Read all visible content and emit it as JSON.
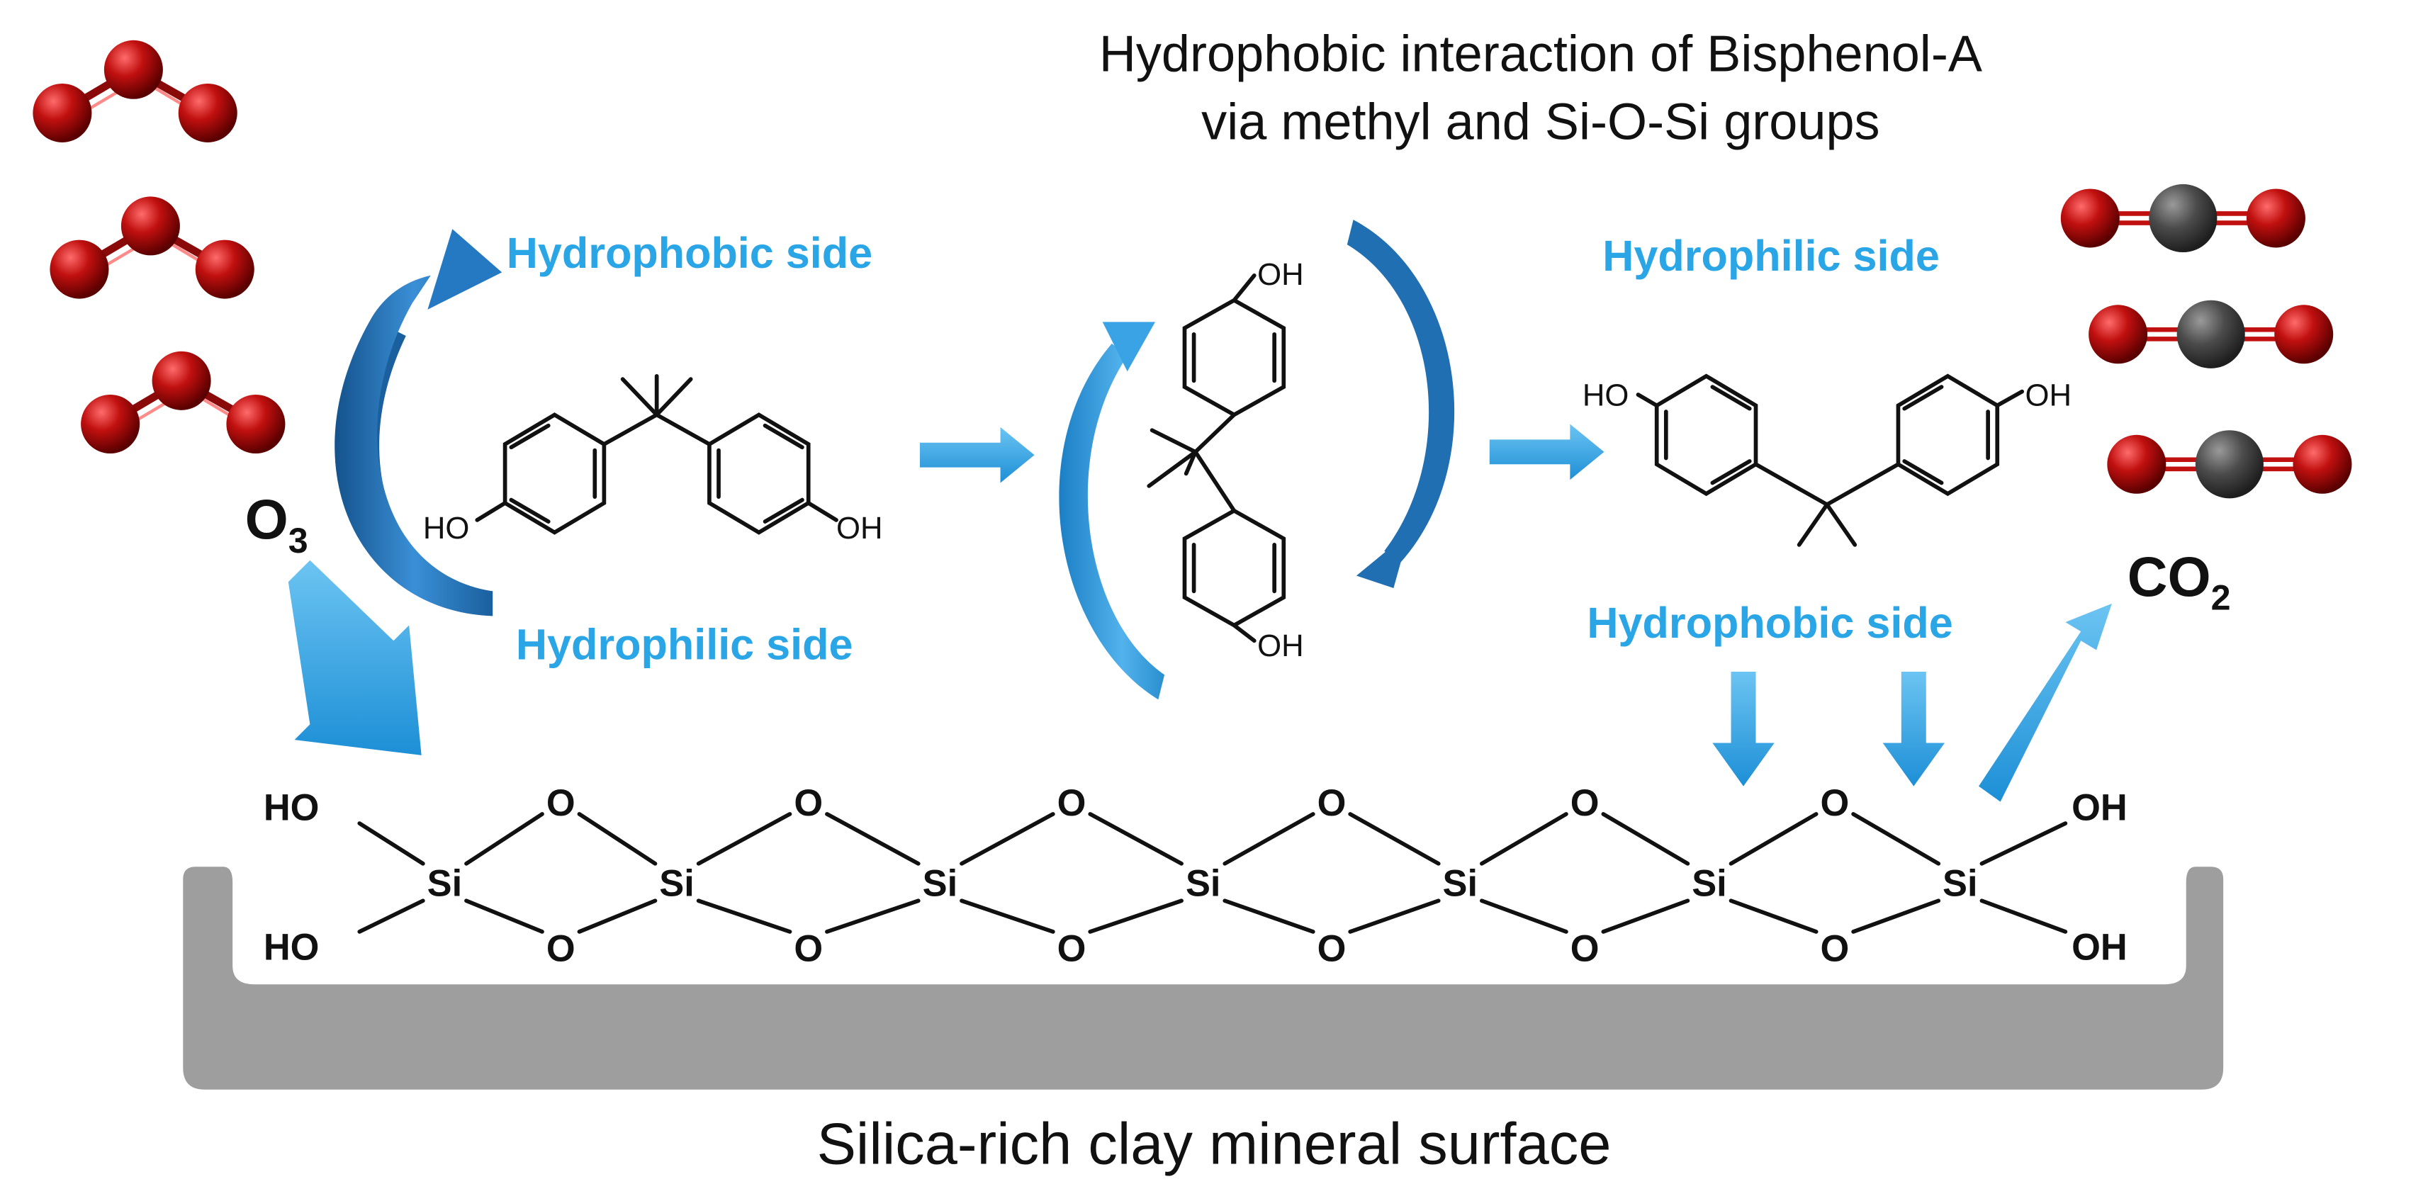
{
  "title": {
    "line1": "Hydrophobic interaction of Bisphenol-A",
    "line2": "via methyl and Si-O-Si groups"
  },
  "labels": {
    "hydrophobic_side_left": "Hydrophobic side",
    "hydrophilic_side_left": "Hydrophilic side",
    "hydrophilic_side_right": "Hydrophilic side",
    "hydrophobic_side_right": "Hydrophobic side",
    "surface": "Silica-rich clay mineral surface"
  },
  "reactant": {
    "prefix": "O",
    "subscript": "3"
  },
  "product": {
    "prefix": "CO",
    "subscript": "2"
  },
  "bpa_groups": {
    "hydroxyl": "OH",
    "hydroxyl_left": "HO"
  },
  "silica_chain": {
    "silicon": "Si",
    "oxygen": "O",
    "left_groups": [
      "HO",
      "HO"
    ],
    "right_groups": [
      "OH",
      "OH"
    ]
  },
  "colors": {
    "arrow_blue": "#2aa5e6",
    "curved_arrow_dark": "#1f6fb2",
    "surface_gray": "#9e9e9e",
    "oxygen_red": "#c0100f",
    "carbon_gray": "#555555"
  }
}
